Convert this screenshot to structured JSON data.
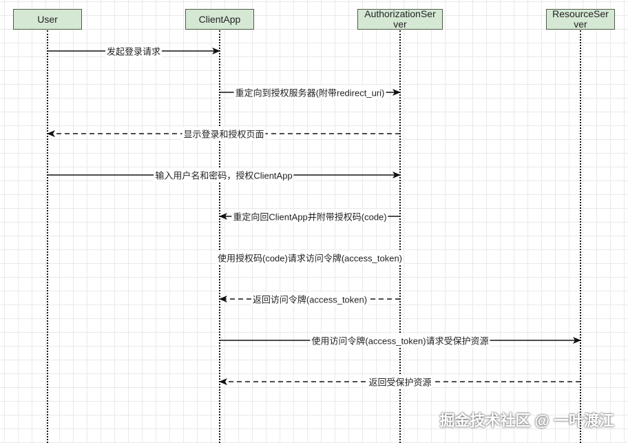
{
  "actors": [
    {
      "id": "user",
      "label": "User"
    },
    {
      "id": "client",
      "label": "ClientApp"
    },
    {
      "id": "auth",
      "label": "AuthorizationServer"
    },
    {
      "id": "resource",
      "label": "ResourceServer"
    }
  ],
  "messages": [
    {
      "from": "user",
      "to": "client",
      "label": "发起登录请求",
      "style": "solid"
    },
    {
      "from": "client",
      "to": "auth",
      "label": "重定向到授权服务器(附带redirect_uri)",
      "style": "solid"
    },
    {
      "from": "auth",
      "to": "user",
      "label": "显示登录和授权页面",
      "style": "dashed"
    },
    {
      "from": "user",
      "to": "auth",
      "label": "输入用户名和密码，授权ClientApp",
      "style": "solid"
    },
    {
      "from": "auth",
      "to": "client",
      "label": "重定向回ClientApp并附带授权码(code)",
      "style": "solid"
    },
    {
      "from": "client",
      "to": "auth",
      "label": "使用授权码(code)请求访问令牌(access_token)",
      "style": "solid"
    },
    {
      "from": "auth",
      "to": "client",
      "label": "返回访问令牌(access_token)",
      "style": "dashed"
    },
    {
      "from": "client",
      "to": "resource",
      "label": "使用访问令牌(access_token)请求受保护资源",
      "style": "solid"
    },
    {
      "from": "resource",
      "to": "client",
      "label": "返回受保护资源",
      "style": "dashed"
    }
  ],
  "watermark": "掘金技术社区 @ 一叶渡江"
}
